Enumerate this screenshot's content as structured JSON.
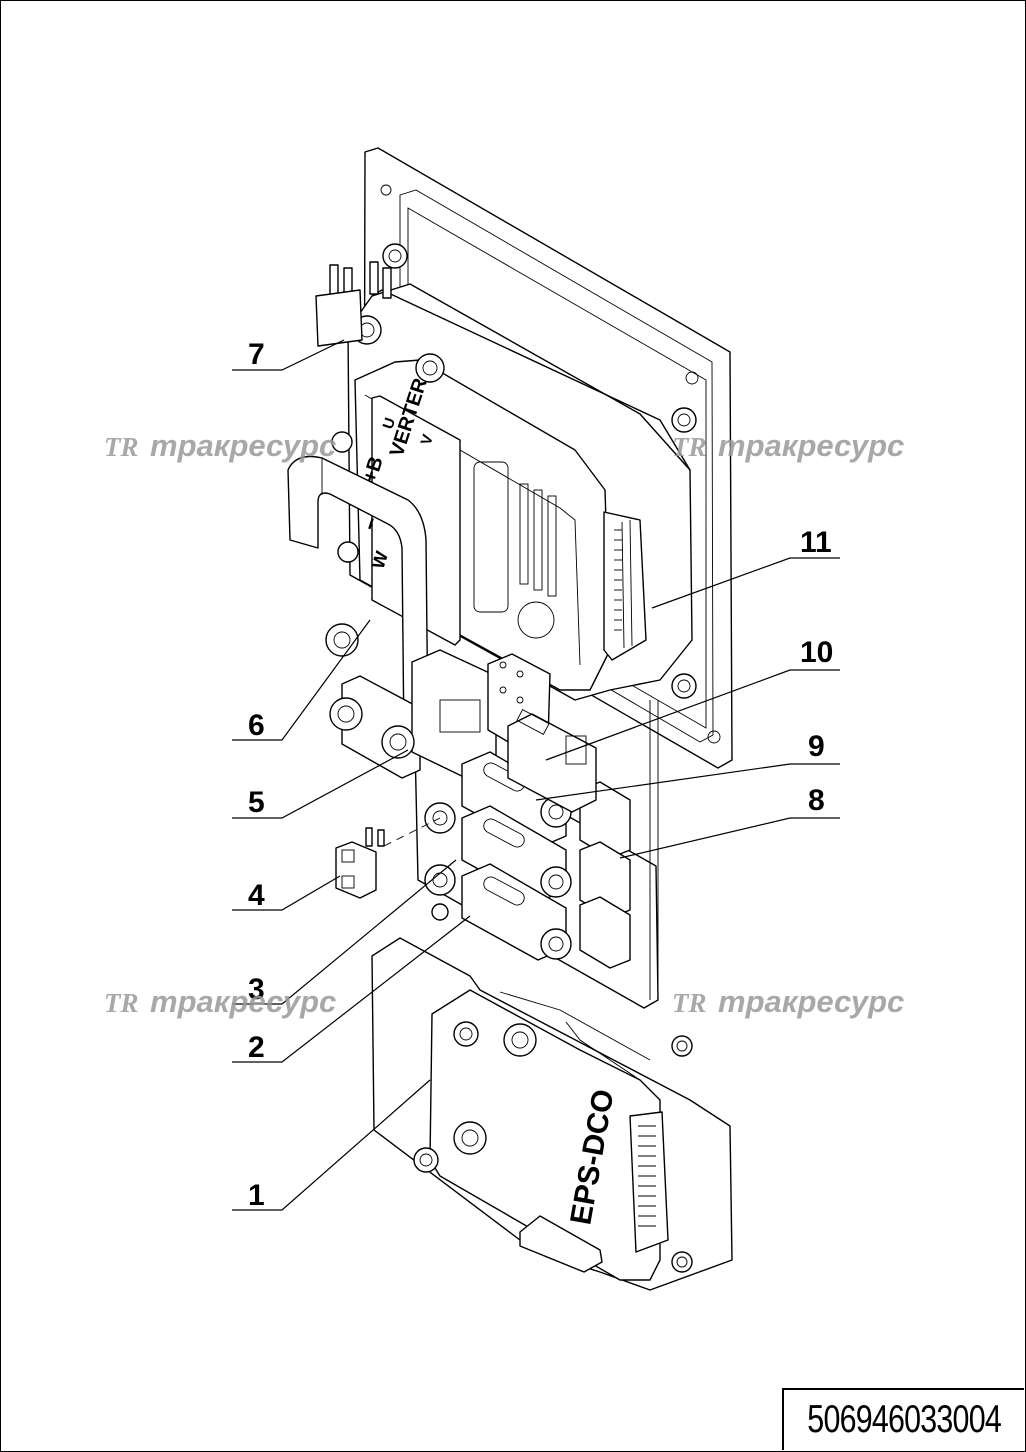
{
  "diagram": {
    "callouts": [
      "1",
      "2",
      "3",
      "4",
      "5",
      "6",
      "7",
      "8",
      "9",
      "10",
      "11"
    ],
    "printed_labels": {
      "inverter": "VERTER",
      "u": "U",
      "v": "V",
      "w": "W",
      "plus_b": "+B",
      "minus": "−",
      "eps": "EPS-DCO"
    }
  },
  "watermark": {
    "logo": "TR",
    "text": "тракресурс"
  },
  "document_number": "506946033004"
}
